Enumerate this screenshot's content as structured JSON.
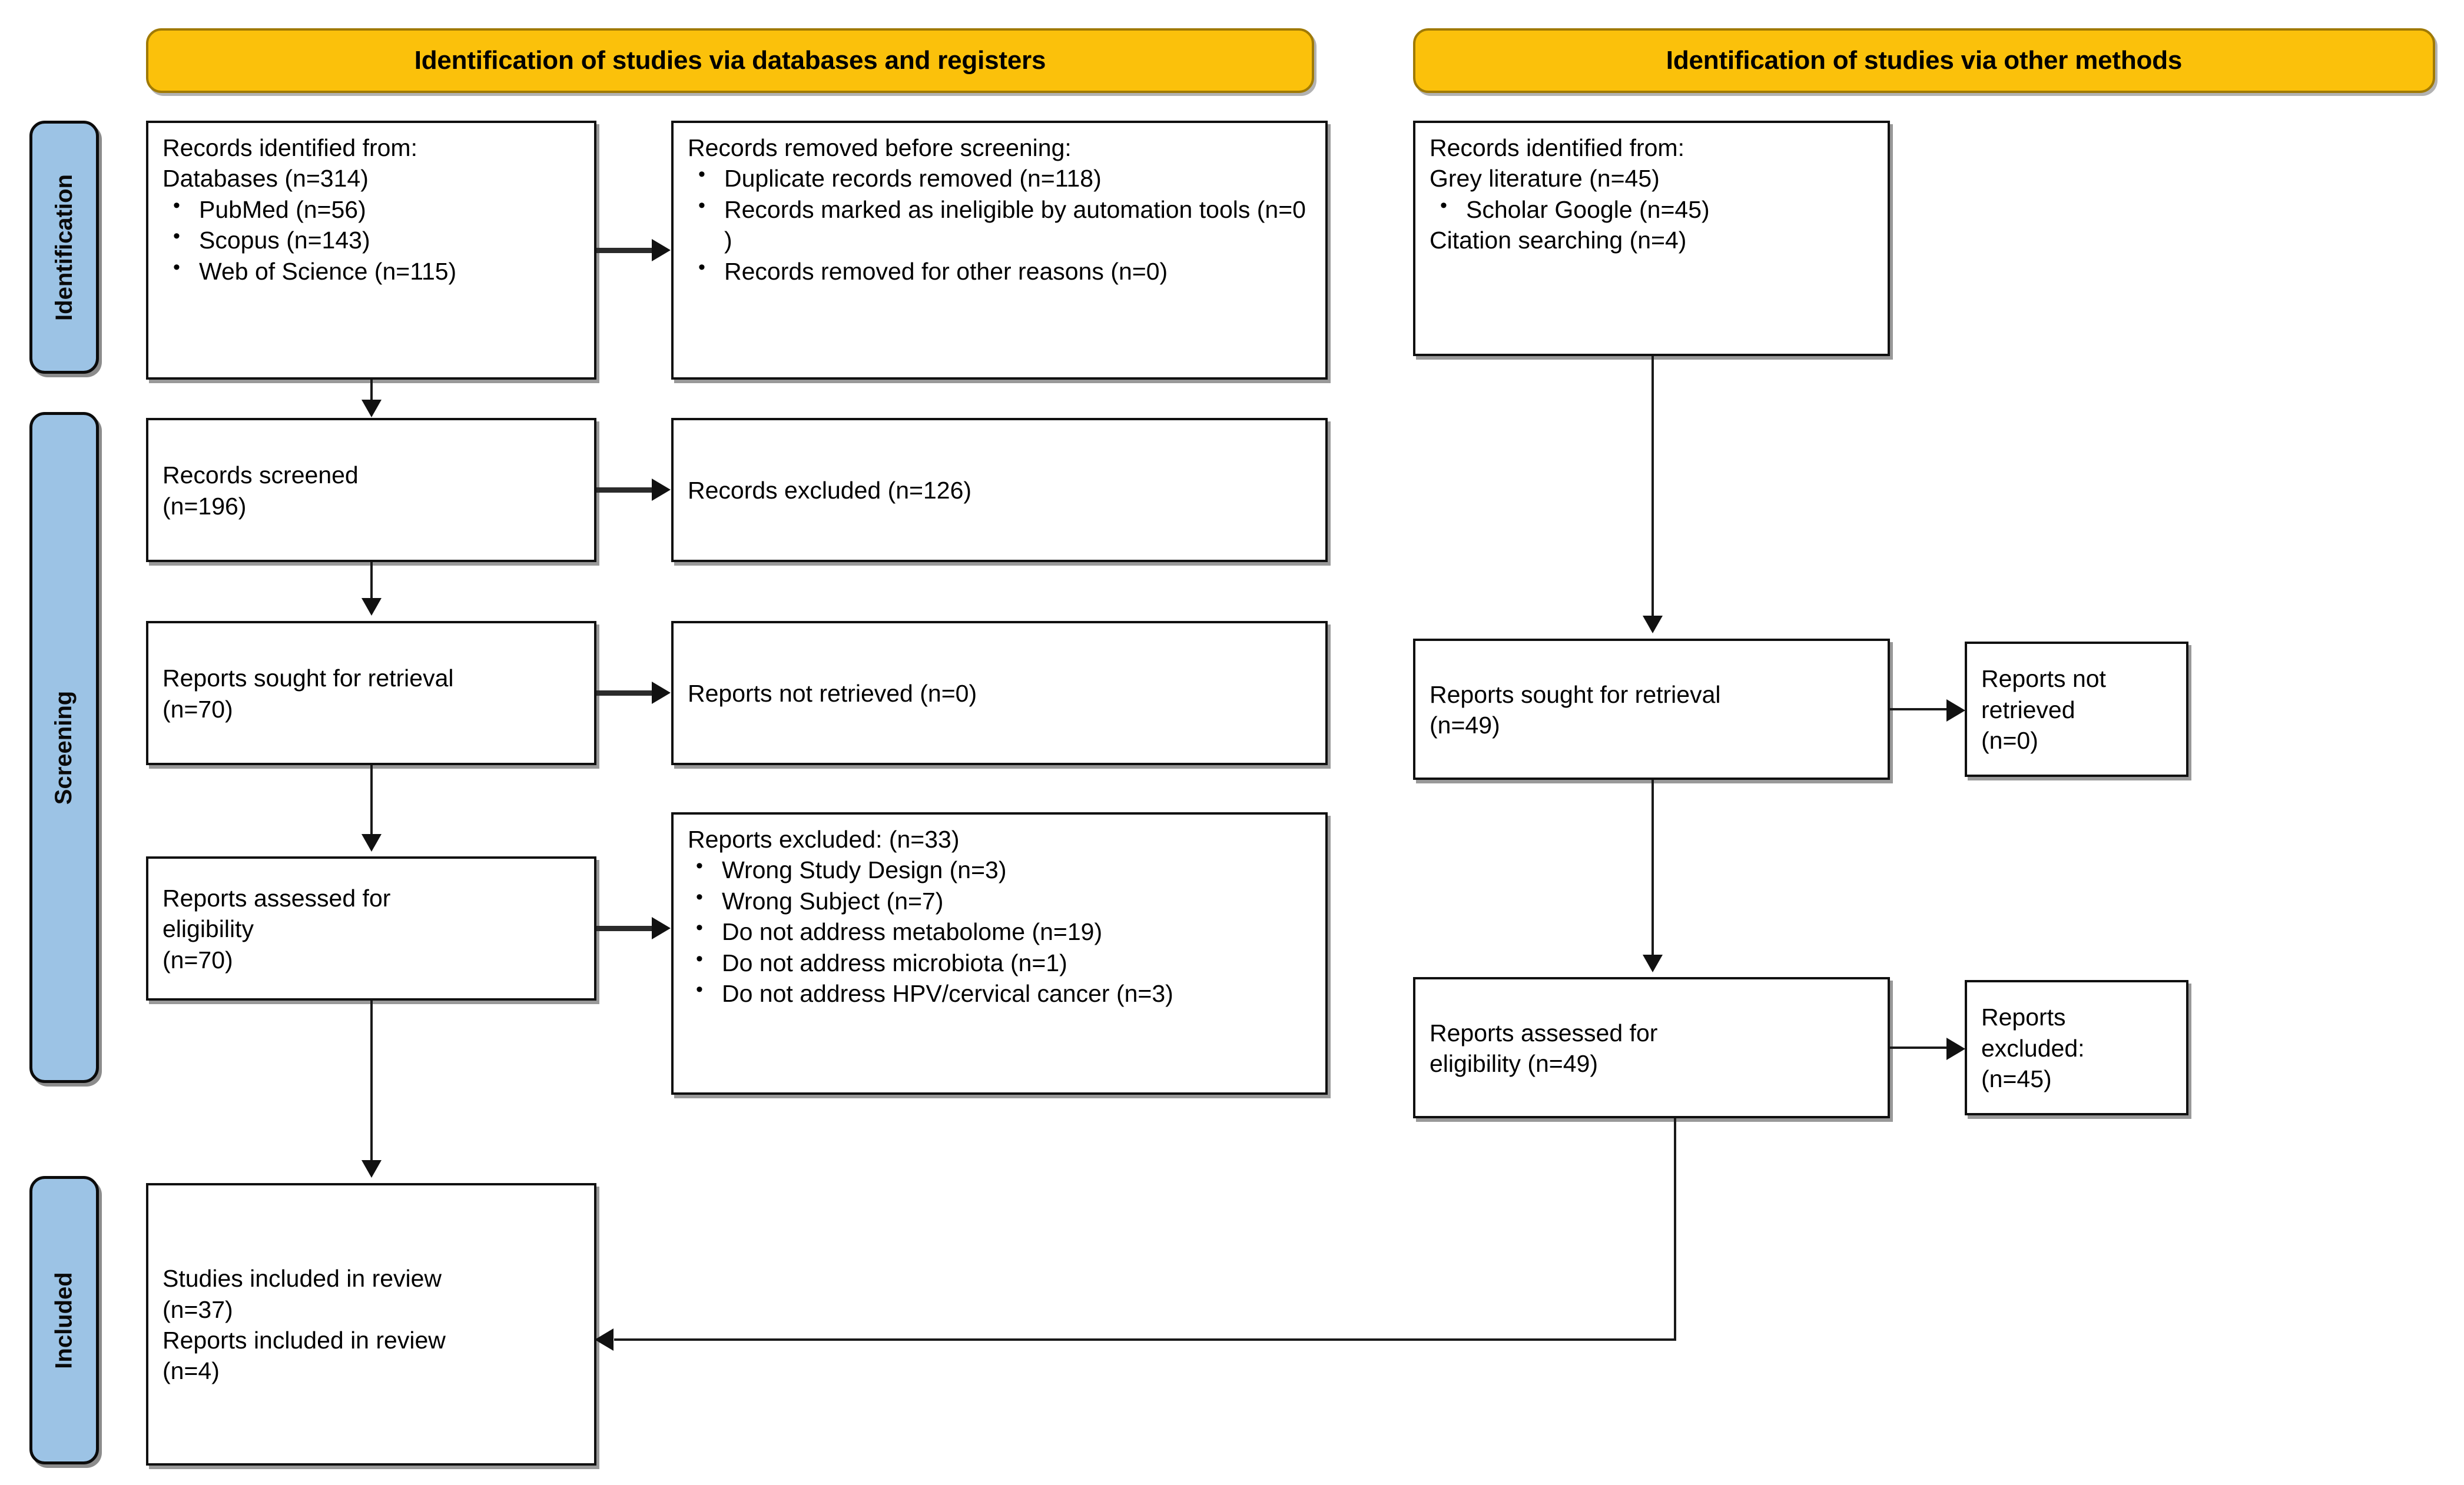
{
  "diagram": {
    "type": "PRISMA 2020 flow diagram",
    "colors": {
      "banner_fill": "#FBC10B",
      "banner_border": "#A07A05",
      "stage_fill": "#9CC3E5",
      "box_border": "#101010",
      "background": "#FFFFFF"
    }
  },
  "banners": {
    "left": "Identification of studies via databases and registers",
    "right": "Identification of studies via other methods"
  },
  "stages": {
    "identification": "Identification",
    "screening": "Screening",
    "included": "Included"
  },
  "left_column": {
    "records_identified": {
      "line1": "Records identified from:",
      "line2": "Databases (n=314)",
      "bullets": [
        "PubMed (n=56)",
        "Scopus (n=143)",
        "Web of Science (n=115)"
      ]
    },
    "records_removed": {
      "title": "Records removed before screening:",
      "bullets": [
        "Duplicate records removed  (n=118)",
        "Records marked as ineligible by automation tools (n=0 )",
        "Records removed for other reasons (n=0)"
      ]
    },
    "records_screened": {
      "line1": "Records screened",
      "line2": "(n=196)"
    },
    "records_excluded": {
      "line1": "Records excluded (n=126)"
    },
    "reports_sought": {
      "line1": "Reports sought for retrieval",
      "line2": "(n=70)"
    },
    "reports_not_retrieved": {
      "line1": "Reports not retrieved (n=0)"
    },
    "reports_assessed": {
      "line1": "Reports assessed for",
      "line2": "eligibility",
      "line3": "(n=70)"
    },
    "reports_excluded": {
      "title": "Reports excluded: (n=33)",
      "bullets": [
        "Wrong Study Design (n=3)",
        "Wrong Subject (n=7)",
        "Do not address metabolome (n=19)",
        "Do not address microbiota (n=1)",
        "Do not address HPV/cervical cancer (n=3)"
      ]
    },
    "studies_included": {
      "line1": "Studies included in review",
      "line2": "(n=37)",
      "line3": "Reports included in review",
      "line4": "(n=4)"
    }
  },
  "right_column": {
    "records_identified": {
      "line1": "Records identified from:",
      "line2": "Grey literature (n=45)",
      "bullets": [
        "Scholar Google (n=45)"
      ],
      "line3": "Citation searching (n=4)"
    },
    "reports_sought": {
      "line1": "Reports sought for retrieval",
      "line2": "(n=49)"
    },
    "reports_not_retrieved": {
      "line1": "Reports not retrieved",
      "line2": "(n=0)"
    },
    "reports_assessed": {
      "line1": "Reports assessed for",
      "line2": "eligibility (n=49)"
    },
    "reports_excluded": {
      "line1": "Reports excluded:",
      "line2": "(n=45)"
    }
  }
}
